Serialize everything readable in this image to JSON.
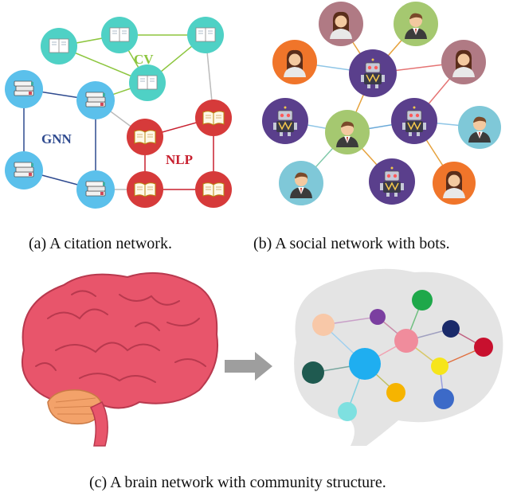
{
  "panel_a": {
    "caption": "(a) A citation network.",
    "groups": [
      {
        "label": "CV",
        "color": "#8dc63f"
      },
      {
        "label": "GNN",
        "color": "#2e4a8f"
      },
      {
        "label": "NLP",
        "color": "#c8202f"
      }
    ]
  },
  "panel_b": {
    "caption": "(b) A social network with bots."
  },
  "panel_c": {
    "caption": "(c) A brain network with community structure."
  },
  "colors": {
    "cv_node": "#4fd1c5",
    "gnn_node": "#5bc0eb",
    "nlp_node": "#d63a3a",
    "bot_node": "#5a3f8c",
    "brain_red": "#e8556b",
    "brain_gray": "#e4e4e4"
  }
}
